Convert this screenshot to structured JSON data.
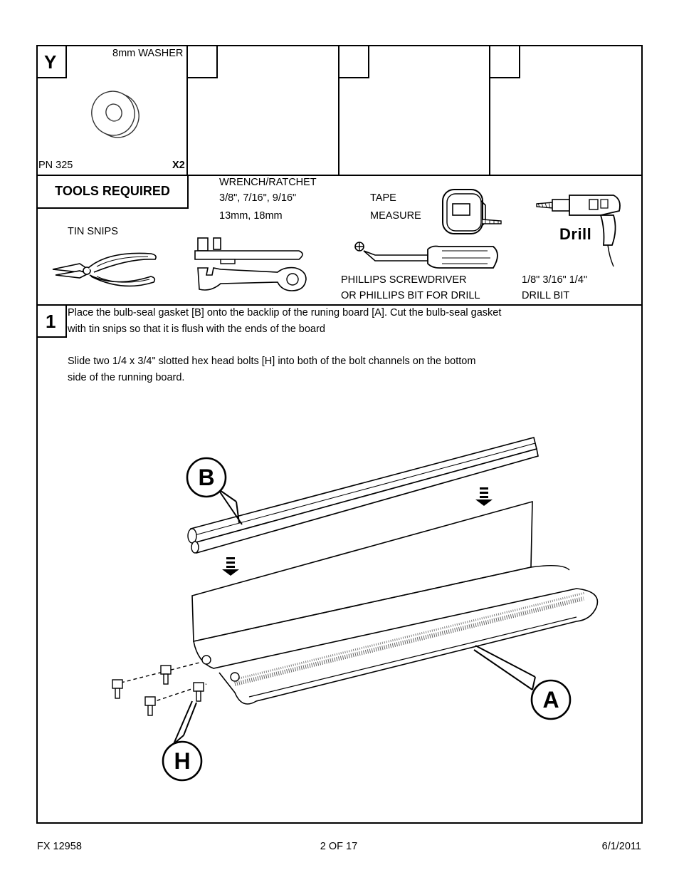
{
  "parts_table": {
    "cell1": {
      "tag": "Y",
      "name": "8mm WASHER",
      "part_number": "PN 325",
      "quantity": "X2"
    },
    "cell2": {
      "tag": ""
    },
    "cell3": {
      "tag": ""
    },
    "cell4": {
      "tag": ""
    }
  },
  "tools": {
    "heading": "TOOLS REQUIRED",
    "wrench_line1": "WRENCH/RATCHET",
    "wrench_line2": "3/8\", 7/16\", 9/16\"",
    "wrench_line3": "13mm, 18mm",
    "tape_line1": "TAPE",
    "tape_line2": "MEASURE",
    "tin_snips": "TIN SNIPS",
    "drill_logo": "Drill",
    "screwdriver_line1": "PHILLIPS SCREWDRIVER",
    "screwdriver_line2": "OR PHILLIPS BIT FOR DRILL",
    "drillbit_line1": "1/8\"  3/16\"  1/4\"",
    "drillbit_line2": "DRILL BIT"
  },
  "step1": {
    "number": "1",
    "line1": "Place the bulb-seal gasket [B] onto the backlip of the runing board [A].  Cut the bulb-seal gasket",
    "line2": "with tin snips so that it is flush with the ends of the board",
    "line3": "Slide two 1/4 x 3/4\" slotted hex head bolts [H] into both of the bolt channels on the bottom",
    "line4": "side of the running board.",
    "callouts": {
      "a": "A",
      "b": "B",
      "h": "H"
    }
  },
  "footer": {
    "doc_number": "FX 12958",
    "page": "2 OF 17",
    "date": "6/1/2011"
  }
}
